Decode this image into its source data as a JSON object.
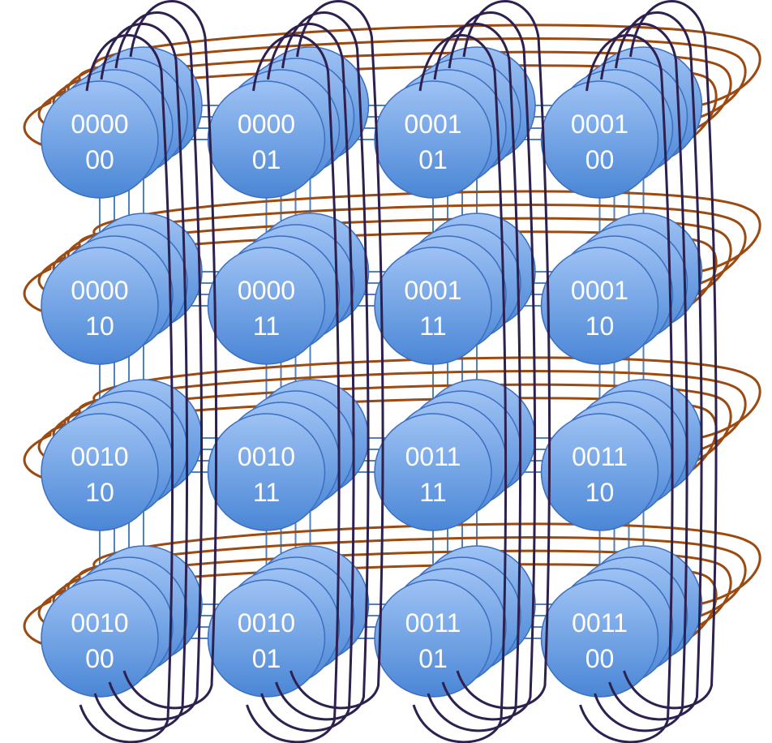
{
  "diagram": {
    "colors": {
      "node_fill_light": "#9ec2f4",
      "node_fill_dark": "#4a86d6",
      "node_stroke": "#3c6fbf",
      "grid_link": "#4f81bd",
      "row_wrap_link": "#9c4a10",
      "column_wrap_link": "#2e2150",
      "label_text": "#ffffff"
    },
    "nodes": [
      {
        "row": 0,
        "col": 0,
        "line1": "0000",
        "line2": "00"
      },
      {
        "row": 0,
        "col": 1,
        "line1": "0000",
        "line2": "01"
      },
      {
        "row": 0,
        "col": 2,
        "line1": "0001",
        "line2": "01"
      },
      {
        "row": 0,
        "col": 3,
        "line1": "0001",
        "line2": "00"
      },
      {
        "row": 1,
        "col": 0,
        "line1": "0000",
        "line2": "10"
      },
      {
        "row": 1,
        "col": 1,
        "line1": "0000",
        "line2": "11"
      },
      {
        "row": 1,
        "col": 2,
        "line1": "0001",
        "line2": "11"
      },
      {
        "row": 1,
        "col": 3,
        "line1": "0001",
        "line2": "10"
      },
      {
        "row": 2,
        "col": 0,
        "line1": "0010",
        "line2": "10"
      },
      {
        "row": 2,
        "col": 1,
        "line1": "0010",
        "line2": "11"
      },
      {
        "row": 2,
        "col": 2,
        "line1": "0011",
        "line2": "11"
      },
      {
        "row": 2,
        "col": 3,
        "line1": "0011",
        "line2": "10"
      },
      {
        "row": 3,
        "col": 0,
        "line1": "0010",
        "line2": "00"
      },
      {
        "row": 3,
        "col": 1,
        "line1": "0010",
        "line2": "01"
      },
      {
        "row": 3,
        "col": 2,
        "line1": "0011",
        "line2": "01"
      },
      {
        "row": 3,
        "col": 3,
        "line1": "0011",
        "line2": "00"
      }
    ]
  }
}
